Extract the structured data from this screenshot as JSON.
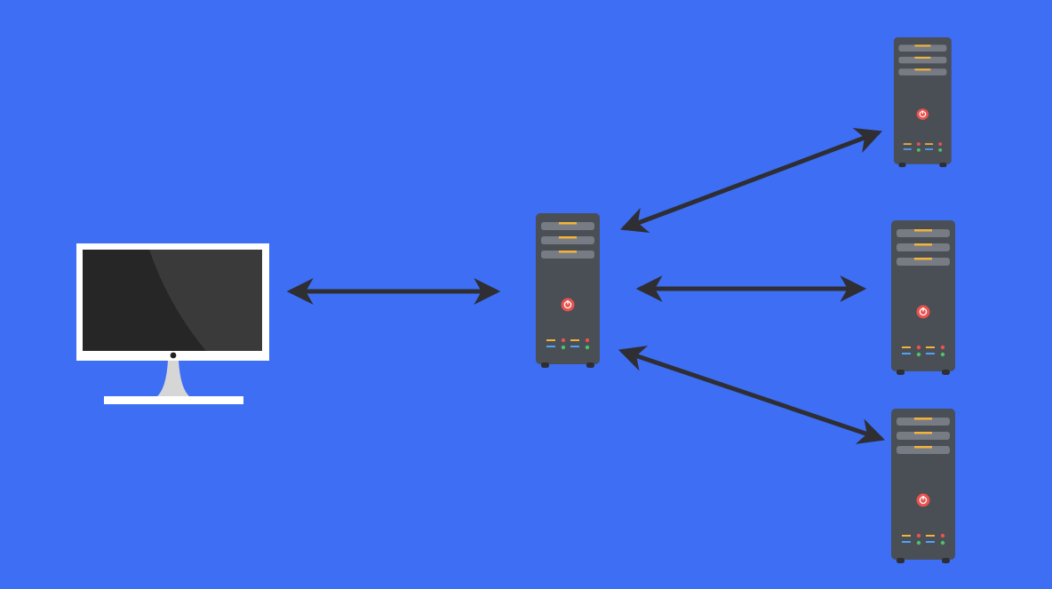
{
  "diagram": {
    "background": "#3D6EF4",
    "nodes": [
      {
        "id": "client",
        "kind": "monitor-icon"
      },
      {
        "id": "hub",
        "kind": "server-tower-icon"
      },
      {
        "id": "server-top",
        "kind": "server-tower-icon"
      },
      {
        "id": "server-middle",
        "kind": "server-tower-icon"
      },
      {
        "id": "server-bottom",
        "kind": "server-tower-icon"
      }
    ],
    "edges": [
      {
        "from": "client",
        "to": "hub",
        "direction": "bidirectional"
      },
      {
        "from": "hub",
        "to": "server-top",
        "direction": "bidirectional"
      },
      {
        "from": "hub",
        "to": "server-middle",
        "direction": "bidirectional"
      },
      {
        "from": "hub",
        "to": "server-bottom",
        "direction": "bidirectional"
      }
    ],
    "colors": {
      "background": "#3D6EF4",
      "arrow": "#2E2E33",
      "server_body": "#4A4E55",
      "server_bay": "#777C84",
      "bay_accent": "#F2B33D",
      "power_button": "#E8524F",
      "led_red": "#E8524F",
      "led_green": "#4CC26A",
      "port_blue": "#4FA3F7",
      "monitor_frame": "#FFFFFF",
      "monitor_screen": "#2B2B2B",
      "monitor_stand": "#D6D6D6"
    }
  }
}
